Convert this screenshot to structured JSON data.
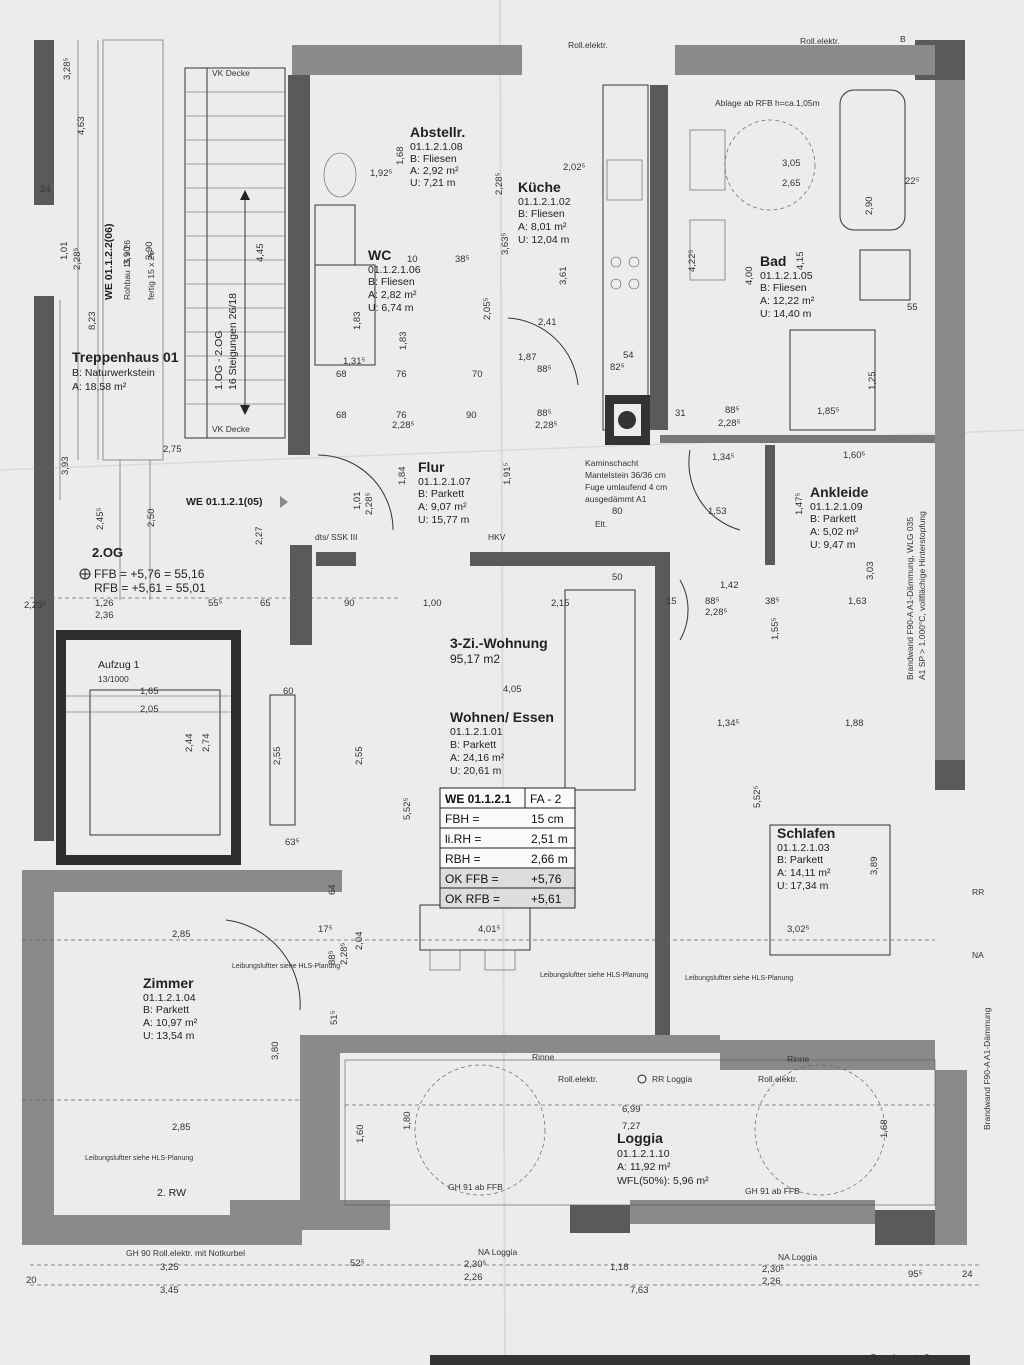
{
  "rooms": [
    {
      "key": "treppenhaus",
      "name": "Treppenhaus 01",
      "lines": [
        "B: Naturwerkstein",
        "A: 18,58 m²"
      ]
    },
    {
      "key": "abstellr",
      "name": "Abstellr.",
      "lines": [
        "01.1.2.1.08",
        "B: Fliesen",
        "A: 2,92 m²",
        "U: 7,21 m"
      ]
    },
    {
      "key": "kueche",
      "name": "Küche",
      "lines": [
        "01.1.2.1.02",
        "B: Fliesen",
        "A: 8,01 m²",
        "U: 12,04 m"
      ]
    },
    {
      "key": "wc",
      "name": "WC",
      "lines": [
        "01.1.2.1.06",
        "B: Fliesen",
        "A: 2,82 m²",
        "U: 6,74 m"
      ]
    },
    {
      "key": "bad",
      "name": "Bad",
      "lines": [
        "01.1.2.1.05",
        "B: Fliesen",
        "A: 12,22 m²",
        "U: 14,40 m"
      ]
    },
    {
      "key": "flur",
      "name": "Flur",
      "lines": [
        "01.1.2.1.07",
        "B: Parkett",
        "A: 9,07 m²",
        "U: 15,77 m"
      ]
    },
    {
      "key": "ankleide",
      "name": "Ankleide",
      "lines": [
        "01.1.2.1.09",
        "B: Parkett",
        "A: 5,02 m²",
        "U: 9,47 m"
      ]
    },
    {
      "key": "wohnung",
      "name": "3-Zi.-Wohnung",
      "lines": [
        "95,17 m2"
      ]
    },
    {
      "key": "wohnen",
      "name": "Wohnen/ Essen",
      "lines": [
        "01.1.2.1.01",
        "B: Parkett",
        "A: 24,16 m²",
        "U: 20,61 m"
      ]
    },
    {
      "key": "schlafen",
      "name": "Schlafen",
      "lines": [
        "01.1.2.1.03",
        "B: Parkett",
        "A: 14,11 m²",
        "U: 17,34 m"
      ]
    },
    {
      "key": "zimmer",
      "name": "Zimmer",
      "lines": [
        "01.1.2.1.04",
        "B: Parkett",
        "A: 10,97 m²",
        "U: 13,54 m"
      ]
    },
    {
      "key": "loggia",
      "name": "Loggia",
      "lines": [
        "01.1.2.1.10",
        "A: 11,92 m²",
        "WFL(50%): 5,96 m²"
      ]
    },
    {
      "key": "aufzug",
      "name": "Aufzug 1",
      "lines": [
        "13/1000"
      ]
    }
  ],
  "info_table": {
    "header": [
      "WE 01.1.2.1",
      "FA - 2"
    ],
    "rows": [
      [
        "FBH =",
        "15 cm"
      ],
      [
        "li.RH =",
        "2,51 m"
      ],
      [
        "RBH =",
        "2,66 m"
      ],
      [
        "OK FFB =",
        "+5,76"
      ],
      [
        "OK RFB =",
        "+5,61"
      ]
    ]
  },
  "level": {
    "name": "2.OG",
    "ffb": "FFB = +5,76 = 55,16",
    "rfb": "RFB = +5,61 = 55,01"
  },
  "labels": {
    "we_2_06": "WE 01.1.2.2(06)",
    "we_2_1_05": "WE 01.1.2.1(05)",
    "stair_text": "1.OG - 2.OG",
    "stair_steps": "16 Steigungen 26/18",
    "rohbau": "Rohbau 15 x 26",
    "fertig": "fertig 15 x 26",
    "vk_decke_top": "VK Decke",
    "vk_decke_bottom": "VK Decke",
    "kaminschacht": [
      "Kaminschacht",
      "Mantelstein 36/36 cm",
      "Fuge umlaufend 4 cm",
      "ausgedämmt A1"
    ],
    "roll_top1": "Roll.elektr.",
    "roll_top2": "Roll.elektr.",
    "ablage_bad": "Ablage ab RFB h=ca.1,05m",
    "brandwand_right": "Brandwand F90-A   A1-Dämmung, WLG 035",
    "brandwand_right2": "A1 SP > 1.000°C, vollflächige Hinterstopfung",
    "brandwand_lower": "Brandwand F90-A   A1-Dämmung",
    "dts": "dts/ SSK III",
    "hkv": "HKV",
    "elt": "Elt.",
    "roll_loggia1": "Roll.elektr.",
    "rr_loggia": "RR Loggia",
    "roll_loggia2": "Roll.elektr.",
    "rinne1": "Rinne",
    "rinne2": "Rinne",
    "gh91a": "GH 91 ab FFB",
    "gh91b": "GH 91 ab FFB",
    "gh90": "GH 90 Roll.elektr. mit Notkurbel",
    "na_loggia1": "NA Loggia",
    "na_loggia2": "NA Loggia",
    "leibung1": "Leibungsluftter siehe HLS-Planung",
    "leibung2": "Leibungsluftter siehe HLS-Planung",
    "leibung3": "Leibungsluftter siehe HLS-Planung",
    "leibung4": "Leibungsluftter siehe HLS-Planung",
    "rw": "2. RW",
    "street": "Gutenbergstraße",
    "rr": "RR",
    "na": "NA",
    "b": "B"
  },
  "dimensions": {
    "d_3_28": "3,28⁵",
    "d_4_63": "4,63",
    "d_24a": "24",
    "d_1_01": "1,01",
    "d_2_28a": "2,28⁵",
    "d_3_90a": "3,90",
    "d_3_90b": "3,90",
    "d_8_23": "8,23",
    "d_4_45": "4,45",
    "d_2_75": "2,75",
    "d_2_45": "2,45⁵",
    "d_2_50": "2,50",
    "d_3_93": "3,93",
    "d_2_27": "2,27",
    "d_1_92": "1,92⁵",
    "d_1_68": "1,68",
    "d_2_02": "2,02⁵",
    "d_2_28b": "2,28⁵",
    "d_3_05": "3,05",
    "d_2_65": "2,65",
    "d_22_5": "22⁵",
    "d_2_90": "2,90",
    "d_10": "10",
    "d_38": "38⁵",
    "d_3_63": "3,63⁵",
    "d_3_61": "3,61",
    "d_4_22": "4,22⁵",
    "d_4_00": "4,00",
    "d_4_15": "4,15",
    "d_55": "55",
    "d_1_83": "1,83",
    "d_1_83b": "1,83",
    "d_2_05": "2,05⁵",
    "d_2_41": "2,41",
    "d_1_31": "1,31⁵",
    "d_1_87": "1,87",
    "d_88a": "88⁵",
    "d_82": "82⁵",
    "d_54": "54",
    "d_68a": "68",
    "d_76a": "76",
    "d_70": "70",
    "d_1_25": "1,25",
    "d_68b": "68",
    "d_76b": "76",
    "d_90a": "90",
    "d_88b": "88⁵",
    "d_31": "31",
    "d_88c": "88⁵",
    "d_1_85": "1,85⁵",
    "d_2_28c": "2,28⁵",
    "d_2_28d": "2,28⁵",
    "d_2_28e": "2,28⁵",
    "d_1_34": "1,34⁵",
    "d_1_60": "1,60⁵",
    "d_1_84": "1,84",
    "d_1_01b": "1,01",
    "d_2_28f": "2,28⁵",
    "d_1_91": "1,91⁵",
    "d_1_53": "1,53",
    "d_1_47": "1,47⁵",
    "d_80": "80",
    "d_3_03": "3,03",
    "d_1_42": "1,42",
    "d_88d": "88⁵",
    "d_38b": "38⁵",
    "d_1_63": "1,63",
    "d_2_28g": "2,28⁵",
    "d_1_55": "1,55⁵",
    "d_15": "15",
    "d_2_23": "2,23⁵",
    "d_1_26": "1,26",
    "d_55b": "55⁵",
    "d_65": "65",
    "d_90b": "90",
    "d_1_00": "1,00",
    "d_2_15": "2,15",
    "d_50": "50",
    "d_2_36": "2,36",
    "d_1_65": "1,65",
    "d_2_05b": "2,05",
    "d_60": "60",
    "d_4_05": "4,05",
    "d_1_34b": "1,34⁵",
    "d_1_88": "1,88",
    "d_2_44": "2,44",
    "d_2_74": "2,74",
    "d_2_55a": "2,55",
    "d_2_55b": "2,55",
    "d_5_52a": "5,52⁵",
    "d_5_52b": "5,52⁵",
    "d_63": "63⁵",
    "d_3_89": "3,89",
    "d_2_85a": "2,85",
    "d_17": "17⁵",
    "d_4_01": "4,01⁵",
    "d_3_02": "3,02⁵",
    "d_88e": "88⁵",
    "d_2_28h": "2,28⁵",
    "d_2_04": "2,04",
    "d_64": "64",
    "d_51": "51⁵",
    "d_3_80a": "3,80",
    "d_1_60b": "1,60",
    "d_1_80": "1,80",
    "d_6_99": "6,99",
    "d_7_27": "7,27",
    "d_1_68b": "1,68",
    "d_2_85b": "2,85",
    "d_20": "20",
    "d_52": "52⁵",
    "d_2_30a": "2,30⁵",
    "d_2_26": "2,26",
    "d_1_18": "1,18",
    "d_2_30b": "2,30⁵",
    "d_2_26b": "2,26",
    "d_95": "95⁵",
    "d_3_25": "3,25",
    "d_3_45": "3,45",
    "d_7_63": "7,63",
    "d_24b": "24"
  }
}
